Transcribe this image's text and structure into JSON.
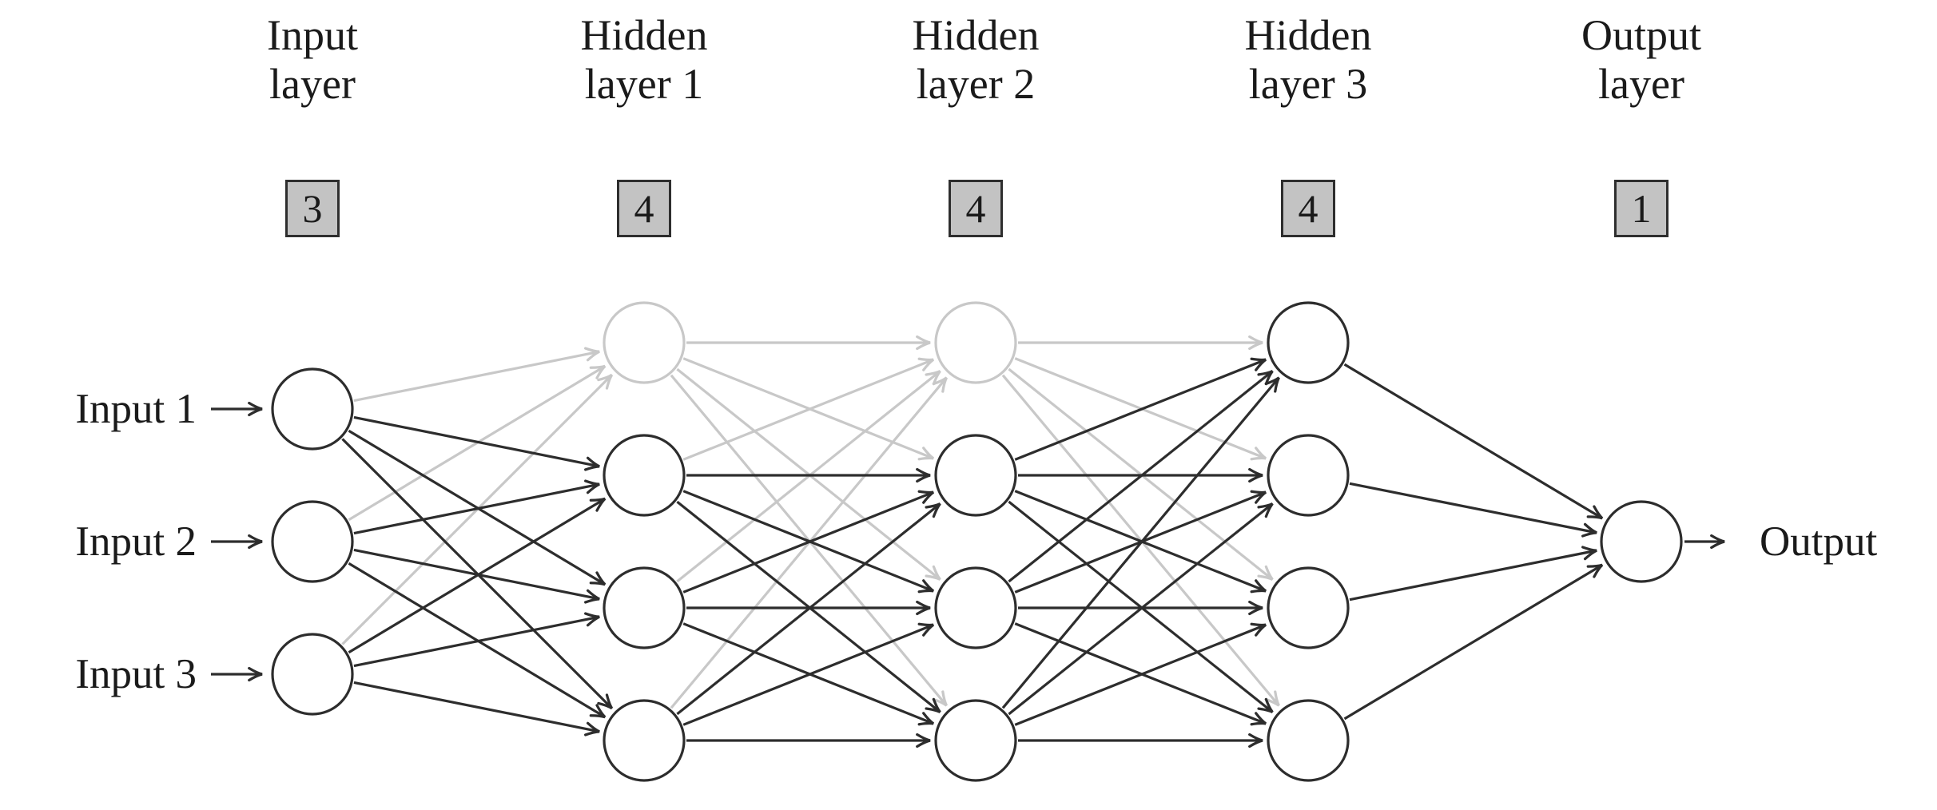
{
  "layers": [
    {
      "name": "input-layer",
      "title_line1": "Input",
      "title_line2": "layer",
      "size_badge": "3",
      "nodes": 3,
      "faded_nodes": []
    },
    {
      "name": "hidden-layer-1",
      "title_line1": "Hidden",
      "title_line2": "layer 1",
      "size_badge": "4",
      "nodes": 4,
      "faded_nodes": [
        0
      ]
    },
    {
      "name": "hidden-layer-2",
      "title_line1": "Hidden",
      "title_line2": "layer 2",
      "size_badge": "4",
      "nodes": 4,
      "faded_nodes": [
        0
      ]
    },
    {
      "name": "hidden-layer-3",
      "title_line1": "Hidden",
      "title_line2": "layer 3",
      "size_badge": "4",
      "nodes": 4,
      "faded_nodes": []
    },
    {
      "name": "output-layer",
      "title_line1": "Output",
      "title_line2": "layer",
      "size_badge": "1",
      "nodes": 1,
      "faded_nodes": []
    }
  ],
  "titles": {
    "input": "Input\nlayer",
    "hidden1": "Hidden\nlayer 1",
    "hidden2": "Hidden\nlayer 2",
    "hidden3": "Hidden\nlayer 3",
    "output": "Output\nlayer"
  },
  "badges": {
    "input": "3",
    "hidden1": "4",
    "hidden2": "4",
    "hidden3": "4",
    "output": "1"
  },
  "input_labels": [
    "Input 1",
    "Input 2",
    "Input 3"
  ],
  "output_label": "Output",
  "connectivity": "fully-connected-adjacent-layers",
  "colors": {
    "background": "#ffffff",
    "text": "#1a1a1a",
    "edge_dark": "#2d2d2d",
    "edge_light": "#c8c8c8",
    "node_fill": "#ffffff",
    "node_stroke_dark": "#2d2d2d",
    "node_stroke_light": "#c8c8c8",
    "badge_fill": "#c3c3c3",
    "badge_border": "#2e2e2e"
  }
}
